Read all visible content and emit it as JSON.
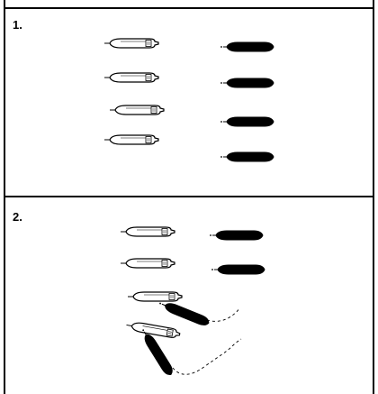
{
  "panels": [
    {
      "label": "1."
    },
    {
      "label": "2."
    }
  ],
  "colors": {
    "line": "#000000",
    "white_vessel_fill": "#ffffff",
    "black_vessel_fill": "#000000"
  },
  "icons": {
    "white_vessel": "submarine-outline-icon",
    "black_vessel": "submarine-solid-icon",
    "wake": "dashed-wake-line"
  }
}
